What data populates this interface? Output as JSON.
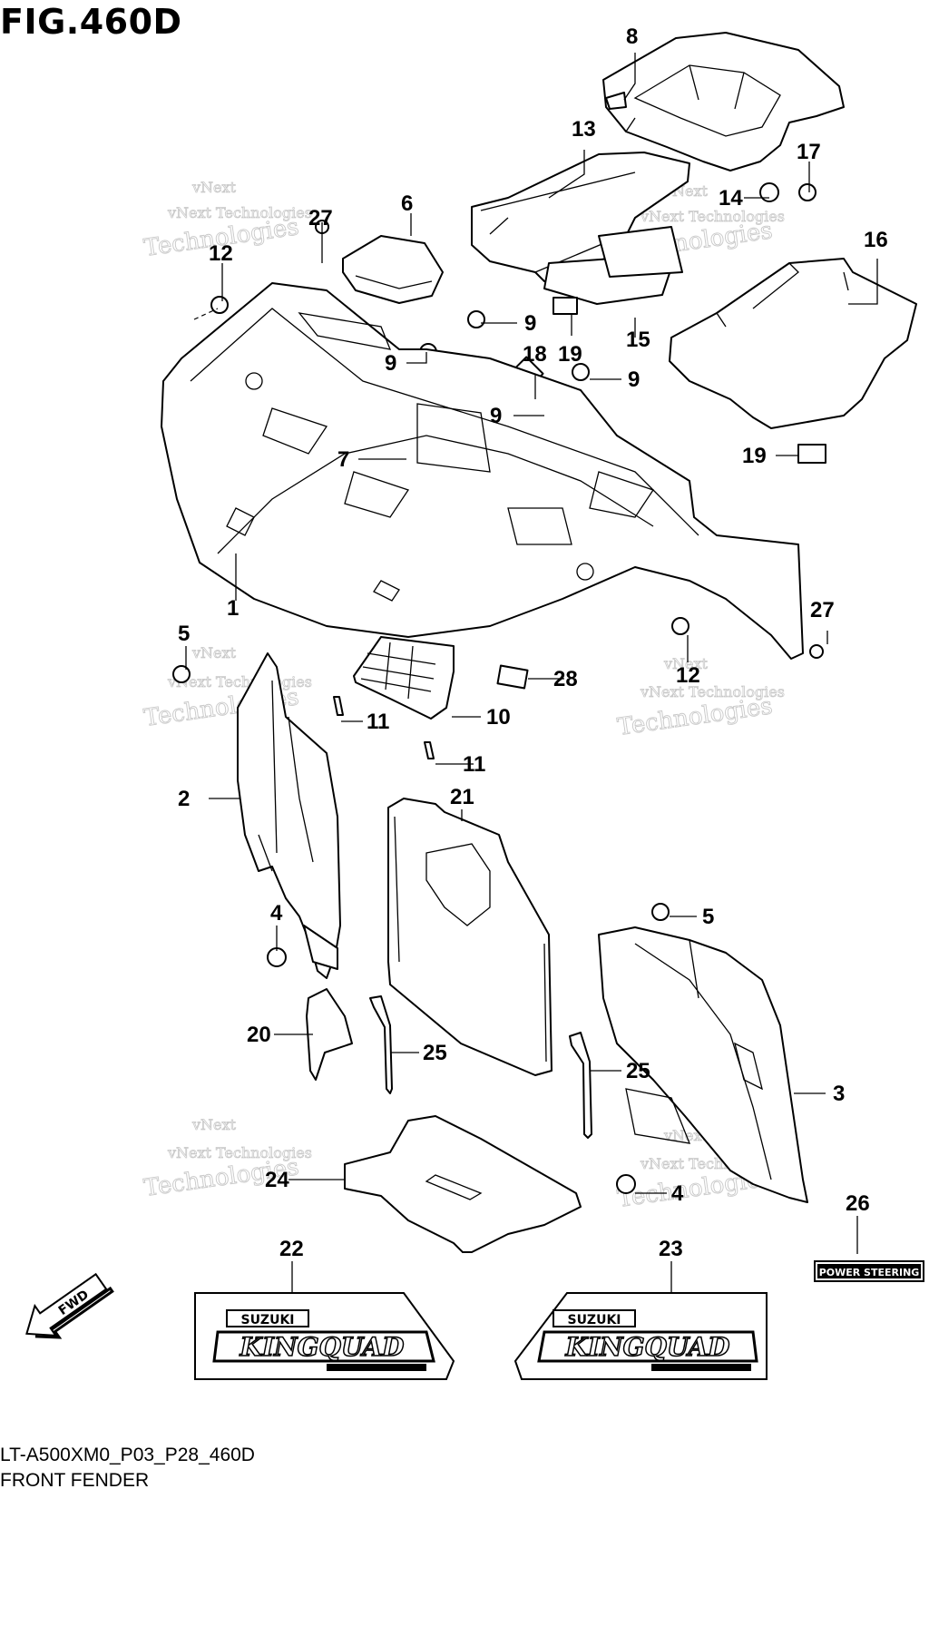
{
  "figure": {
    "title": "FIG.460D",
    "code": "LT-A500XM0_P03_P28_460D",
    "name": "FRONT FENDER"
  },
  "watermark": {
    "line1": "vNext",
    "line2": "vNext Technologies",
    "line3": "Technologies"
  },
  "decals": {
    "brand": "SUZUKI",
    "model": "KINGQUAD",
    "power_steering": "POWER STEERING",
    "fwd": "FWD"
  },
  "callouts": [
    "8",
    "13",
    "17",
    "14",
    "6",
    "27",
    "12",
    "16",
    "9",
    "9",
    "18",
    "19",
    "15",
    "9",
    "9",
    "19",
    "7",
    "1",
    "27",
    "5",
    "12",
    "28",
    "11",
    "10",
    "11",
    "2",
    "21",
    "4",
    "5",
    "20",
    "25",
    "25",
    "3",
    "24",
    "4",
    "26",
    "22",
    "23"
  ]
}
